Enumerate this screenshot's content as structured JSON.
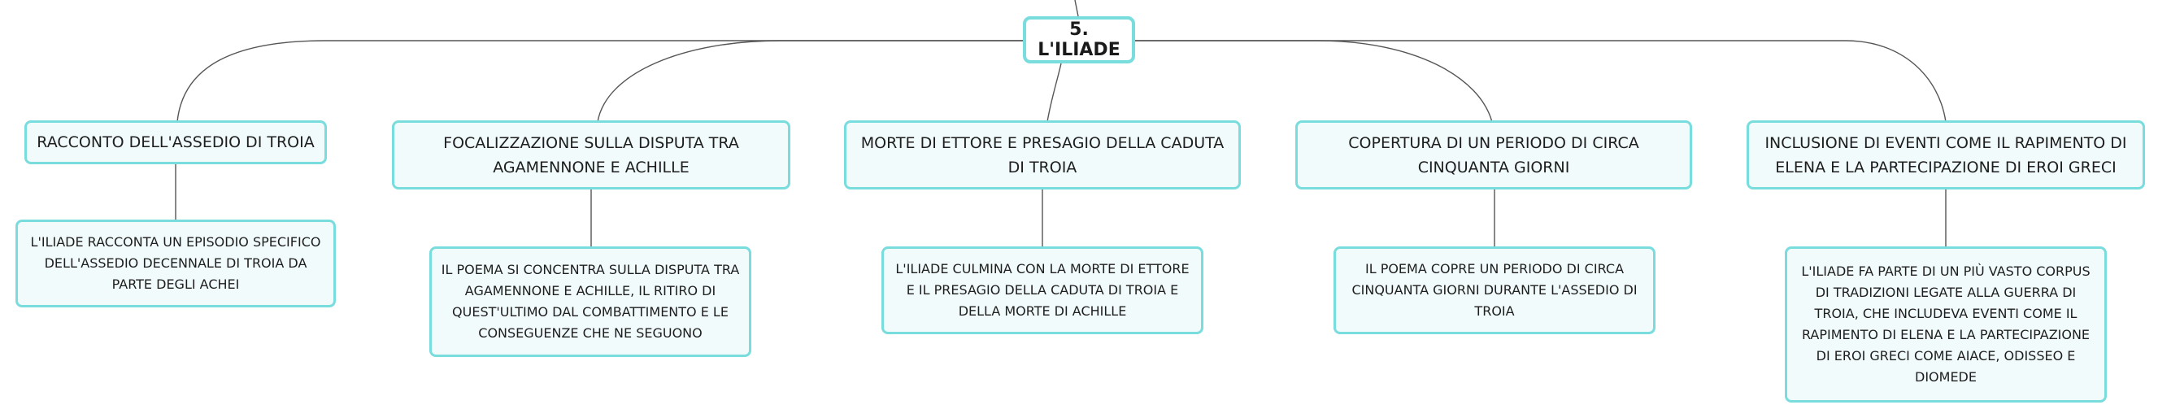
{
  "root": {
    "label": "5. L'ILIADE"
  },
  "branches": [
    {
      "topic": "RACCONTO DELL'ASSEDIO DI TROIA",
      "detail": "L'ILIADE RACCONTA UN EPISODIO SPECIFICO DELL'ASSEDIO DECENNALE DI TROIA DA PARTE DEGLI ACHEI"
    },
    {
      "topic": "FOCALIZZAZIONE SULLA DISPUTA TRA AGAMENNONE E ACHILLE",
      "detail": "IL POEMA SI CONCENTRA SULLA DISPUTA TRA AGAMENNONE E ACHILLE, IL RITIRO DI QUEST'ULTIMO DAL COMBATTIMENTO E LE CONSEGUENZE CHE NE SEGUONO"
    },
    {
      "topic": "MORTE DI ETTORE E PRESAGIO DELLA CADUTA DI TROIA",
      "detail": "L'ILIADE CULMINA CON LA MORTE DI ETTORE E IL PRESAGIO DELLA CADUTA DI TROIA E DELLA MORTE DI ACHILLE"
    },
    {
      "topic": "COPERTURA DI UN PERIODO DI CIRCA CINQUANTA GIORNI",
      "detail": "IL POEMA COPRE UN PERIODO DI CIRCA CINQUANTA GIORNI DURANTE L'ASSEDIO DI TROIA"
    },
    {
      "topic": "INCLUSIONE DI EVENTI COME IL RAPIMENTO DI ELENA E LA PARTECIPAZIONE DI EROI GRECI",
      "detail": "L'ILIADE FA PARTE DI UN PIÙ VASTO CORPUS DI TRADIZIONI LEGATE ALLA GUERRA DI TROIA, CHE INCLUDEVA EVENTI COME IL RAPIMENTO DI ELENA E LA PARTECIPAZIONE DI EROI GRECI COME AIACE, ODISSEO E DIOMEDE"
    }
  ],
  "colors": {
    "node_border": "#79dcdd",
    "node_fill": "#f1fbfb",
    "connector": "#555555"
  }
}
